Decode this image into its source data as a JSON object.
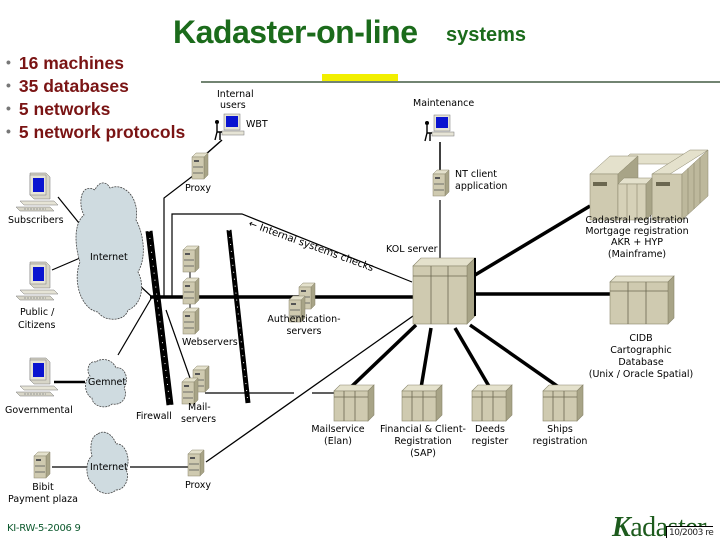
{
  "title": {
    "main": "Kadaster-on-line",
    "sub": "systems"
  },
  "bullets": [
    "16 machines",
    "35 databases",
    "5 networks",
    "5 network protocols"
  ],
  "colors": {
    "title": "#1b6b1b",
    "bullets": "#7a1414",
    "accent_bar": "#f2ef00",
    "equipment": "#cfcab0",
    "cloud": "#cfdbe0",
    "monitor_screen": "#0a14d0"
  },
  "nodes": {
    "internal_users": {
      "label_1": "Internal",
      "label_2": "users",
      "protocol": "WBT"
    },
    "maintenance": {
      "label": "Maintenance"
    },
    "nt_client": {
      "label_1": "NT client",
      "label_2": "application"
    },
    "proxy_top": {
      "label": "Proxy"
    },
    "subscribers": {
      "label": "Subscribers"
    },
    "internet_top": {
      "label": "Internet"
    },
    "public": {
      "label_1": "Public /",
      "label_2": "Citizens"
    },
    "internal_checks": {
      "label": "← Internal systems checks"
    },
    "kol_server": {
      "label": "KOL server"
    },
    "mainframe": {
      "label_1": "Cadastral registration",
      "label_2": "Mortgage registration",
      "label_3": "AKR + HYP",
      "label_4": "(Mainframe)"
    },
    "webservers": {
      "label": "Webservers"
    },
    "auth_servers": {
      "label_1": "Authentication-",
      "label_2": "servers"
    },
    "cidb": {
      "label_1": "CIDB",
      "label_2": "Cartographic",
      "label_3": "Database",
      "label_4": "(Unix / Oracle Spatial)"
    },
    "gemnet": {
      "label": "Gemnet"
    },
    "governmental": {
      "label": "Governmental"
    },
    "firewall": {
      "label": "Firewall"
    },
    "mail_servers": {
      "label_1": "Mail-",
      "label_2": "servers"
    },
    "mailservice": {
      "label_1": "Mailservice",
      "label_2": "(Elan)"
    },
    "financial": {
      "label_1": "Financial & Client-",
      "label_2": "Registration",
      "label_3": "(SAP)"
    },
    "deeds": {
      "label_1": "Deeds",
      "label_2": "register"
    },
    "ships": {
      "label_1": "Ships",
      "label_2": "registration"
    },
    "internet_bottom": {
      "label": "Internet"
    },
    "bibit": {
      "label_1": "Bibit",
      "label_2": "Payment plaza"
    },
    "proxy_bottom": {
      "label": "Proxy"
    }
  },
  "footer": {
    "slide_id": "KI-RW-5-2006   9",
    "logo": "Kadaster",
    "logo_k": "K",
    "logo_rest": "adaster",
    "date": "10/2003 re"
  }
}
